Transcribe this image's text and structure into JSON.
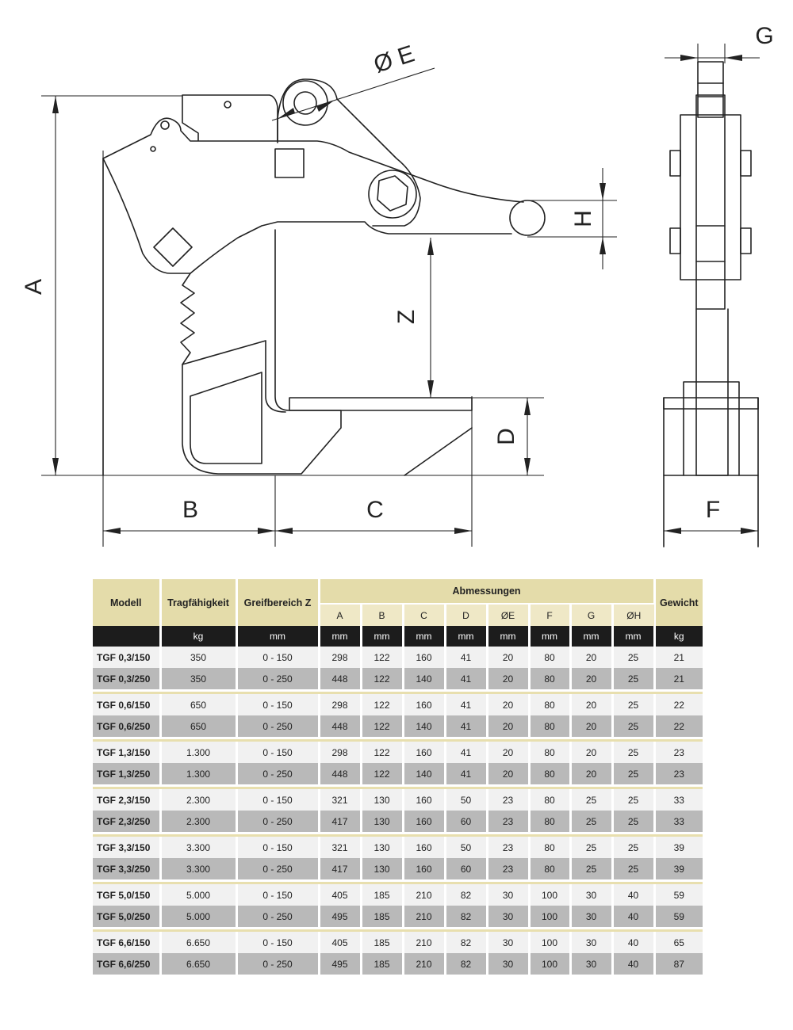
{
  "drawing": {
    "dimension_labels": {
      "a": "A",
      "b": "B",
      "c": "C",
      "d": "D",
      "e": "Ø E",
      "f": "F",
      "g": "G",
      "h": "H",
      "z": "Z"
    }
  },
  "table": {
    "headers": {
      "model": "Modell",
      "capacity": "Tragfähigkeit",
      "grip_range": "Greifbereich Z",
      "dimensions": "Abmessungen",
      "weight": "Gewicht",
      "dimension_columns": [
        "A",
        "B",
        "C",
        "D",
        "ØE",
        "F",
        "G",
        "ØH"
      ]
    },
    "units": [
      "kg",
      "mm",
      "mm",
      "mm",
      "mm",
      "mm",
      "mm",
      "mm",
      "mm",
      "mm",
      "kg"
    ],
    "rows": [
      {
        "model": "TGF 0,3/150",
        "capacity": "350",
        "grip": "0 - 150",
        "A": "298",
        "B": "122",
        "C": "160",
        "D": "41",
        "E": "20",
        "F": "80",
        "G": "20",
        "H": "25",
        "weight": "21"
      },
      {
        "model": "TGF 0,3/250",
        "capacity": "350",
        "grip": "0 - 250",
        "A": "448",
        "B": "122",
        "C": "140",
        "D": "41",
        "E": "20",
        "F": "80",
        "G": "20",
        "H": "25",
        "weight": "21"
      },
      {
        "model": "TGF 0,6/150",
        "capacity": "650",
        "grip": "0 - 150",
        "A": "298",
        "B": "122",
        "C": "160",
        "D": "41",
        "E": "20",
        "F": "80",
        "G": "20",
        "H": "25",
        "weight": "22"
      },
      {
        "model": "TGF 0,6/250",
        "capacity": "650",
        "grip": "0 - 250",
        "A": "448",
        "B": "122",
        "C": "140",
        "D": "41",
        "E": "20",
        "F": "80",
        "G": "20",
        "H": "25",
        "weight": "22"
      },
      {
        "model": "TGF 1,3/150",
        "capacity": "1.300",
        "grip": "0 - 150",
        "A": "298",
        "B": "122",
        "C": "160",
        "D": "41",
        "E": "20",
        "F": "80",
        "G": "20",
        "H": "25",
        "weight": "23"
      },
      {
        "model": "TGF 1,3/250",
        "capacity": "1.300",
        "grip": "0 - 250",
        "A": "448",
        "B": "122",
        "C": "140",
        "D": "41",
        "E": "20",
        "F": "80",
        "G": "20",
        "H": "25",
        "weight": "23"
      },
      {
        "model": "TGF 2,3/150",
        "capacity": "2.300",
        "grip": "0 - 150",
        "A": "321",
        "B": "130",
        "C": "160",
        "D": "50",
        "E": "23",
        "F": "80",
        "G": "25",
        "H": "25",
        "weight": "33"
      },
      {
        "model": "TGF 2,3/250",
        "capacity": "2.300",
        "grip": "0 - 250",
        "A": "417",
        "B": "130",
        "C": "160",
        "D": "60",
        "E": "23",
        "F": "80",
        "G": "25",
        "H": "25",
        "weight": "33"
      },
      {
        "model": "TGF 3,3/150",
        "capacity": "3.300",
        "grip": "0 - 150",
        "A": "321",
        "B": "130",
        "C": "160",
        "D": "50",
        "E": "23",
        "F": "80",
        "G": "25",
        "H": "25",
        "weight": "39"
      },
      {
        "model": "TGF 3,3/250",
        "capacity": "3.300",
        "grip": "0 - 250",
        "A": "417",
        "B": "130",
        "C": "160",
        "D": "60",
        "E": "23",
        "F": "80",
        "G": "25",
        "H": "25",
        "weight": "39"
      },
      {
        "model": "TGF 5,0/150",
        "capacity": "5.000",
        "grip": "0 - 150",
        "A": "405",
        "B": "185",
        "C": "210",
        "D": "82",
        "E": "30",
        "F": "100",
        "G": "30",
        "H": "40",
        "weight": "59"
      },
      {
        "model": "TGF 5,0/250",
        "capacity": "5.000",
        "grip": "0 - 250",
        "A": "495",
        "B": "185",
        "C": "210",
        "D": "82",
        "E": "30",
        "F": "100",
        "G": "30",
        "H": "40",
        "weight": "59"
      },
      {
        "model": "TGF 6,6/150",
        "capacity": "6.650",
        "grip": "0 - 150",
        "A": "405",
        "B": "185",
        "C": "210",
        "D": "82",
        "E": "30",
        "F": "100",
        "G": "30",
        "H": "40",
        "weight": "65"
      },
      {
        "model": "TGF 6,6/250",
        "capacity": "6.650",
        "grip": "0 - 250",
        "A": "495",
        "B": "185",
        "C": "210",
        "D": "82",
        "E": "30",
        "F": "100",
        "G": "30",
        "H": "40",
        "weight": "87"
      }
    ]
  }
}
